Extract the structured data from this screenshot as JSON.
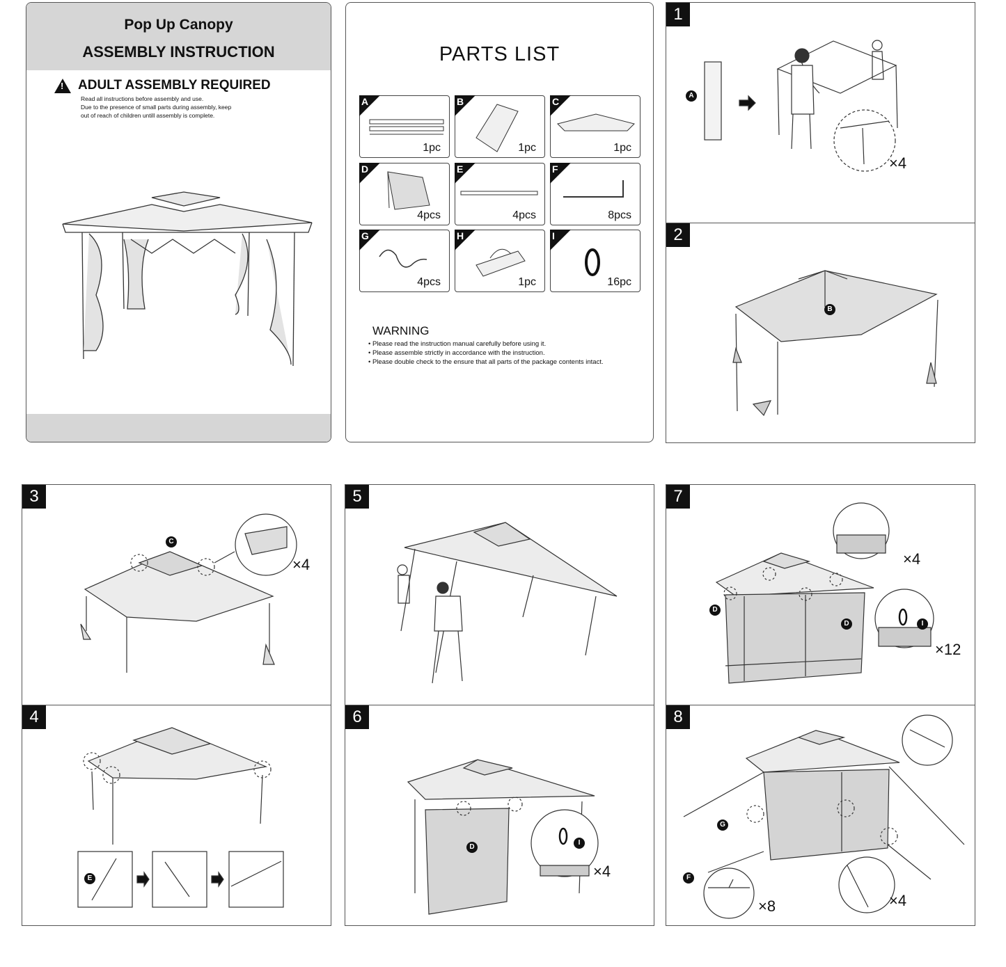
{
  "cover": {
    "subtitle": "Pop Up Canopy",
    "title": "ASSEMBLY INSTRUCTION",
    "warning_icon": "warning-triangle-icon",
    "warning_heading": "ADULT ASSEMBLY REQUIRED",
    "warning_lines": [
      "Read all instructions before assembly and use.",
      "Due to the presence of small parts during assembly, keep",
      "out of reach of children untill assembly is complete."
    ]
  },
  "parts_list": {
    "title": "PARTS LIST",
    "parts": [
      {
        "letter": "A",
        "qty": "1pc"
      },
      {
        "letter": "B",
        "qty": "1pc"
      },
      {
        "letter": "C",
        "qty": "1pc"
      },
      {
        "letter": "D",
        "qty": "4pcs"
      },
      {
        "letter": "E",
        "qty": "4pcs"
      },
      {
        "letter": "F",
        "qty": "8pcs"
      },
      {
        "letter": "G",
        "qty": "4pcs"
      },
      {
        "letter": "H",
        "qty": "1pc"
      },
      {
        "letter": "I",
        "qty": "16pc"
      }
    ],
    "warning_title": "WARNING",
    "warning_lines": [
      "• Please read the instruction manual carefully before using it.",
      "• Please assemble strictly in accordance with the instruction.",
      "• Please double check to the ensure that all parts of the package contents intact."
    ]
  },
  "steps": [
    {
      "number": "1",
      "part": "A",
      "multiplier": "×4"
    },
    {
      "number": "2",
      "part": "B"
    },
    {
      "number": "3",
      "part": "C",
      "multiplier": "×4"
    },
    {
      "number": "4",
      "part": "E"
    },
    {
      "number": "5"
    },
    {
      "number": "6",
      "parts": [
        "D",
        "I"
      ],
      "multiplier": "×4"
    },
    {
      "number": "7",
      "parts": [
        "D",
        "D",
        "I"
      ],
      "multipliers": [
        "×4",
        "×12"
      ]
    },
    {
      "number": "8",
      "parts": [
        "G",
        "F"
      ],
      "multipliers": [
        "×8",
        "×4"
      ]
    }
  ]
}
